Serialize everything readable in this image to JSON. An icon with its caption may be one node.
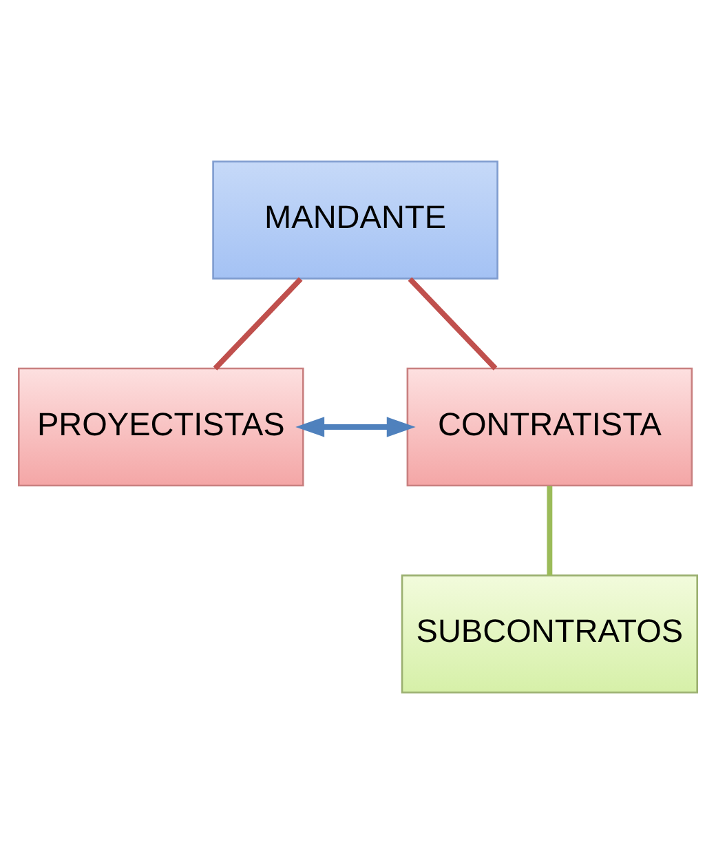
{
  "diagram": {
    "nodes": [
      {
        "text": [
          "MANDANTE"
        ]
      },
      {
        "text": [
          "PROYECTISTAS"
        ]
      },
      {
        "text": [
          "CONTRATISTA"
        ]
      },
      {
        "text": [
          "SUBCONTRATOS"
        ]
      }
    ],
    "edges": [
      {
        "from": 0,
        "to": 1,
        "arrow": "none",
        "color": "#c0504d"
      },
      {
        "from": 0,
        "to": 2,
        "arrow": "none",
        "color": "#c0504d"
      },
      {
        "from": 1,
        "to": 2,
        "arrow": "both",
        "color": "#4f81bd"
      },
      {
        "from": 2,
        "to": 3,
        "arrow": "none",
        "color": "#9bbb59"
      }
    ]
  }
}
